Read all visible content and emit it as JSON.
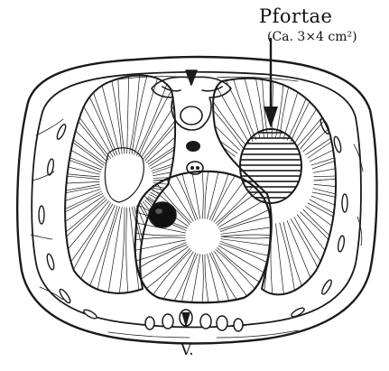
{
  "labels": {
    "title": "Pfortae",
    "dimensions": "(Ca. 3×4 cm²)",
    "view": "V."
  },
  "colors": {
    "ink": "#1a1a1a",
    "paper": "#ffffff",
    "lesion_fill": "#6a6a6a",
    "dark_spot": "#111111"
  },
  "icons": {
    "pointer": "arrow-down-icon"
  }
}
